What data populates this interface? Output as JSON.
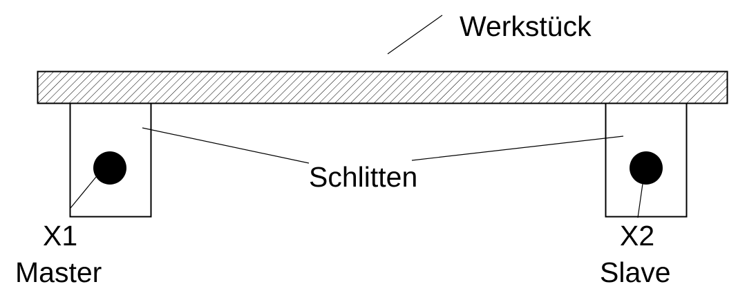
{
  "labels": {
    "workpiece": "Werkstück",
    "carriages": "Schlitten",
    "axis1_name": "X1",
    "axis1_role": "Master",
    "axis2_name": "X2",
    "axis2_role": "Slave"
  },
  "colors": {
    "stroke": "#000000",
    "background": "#ffffff"
  }
}
